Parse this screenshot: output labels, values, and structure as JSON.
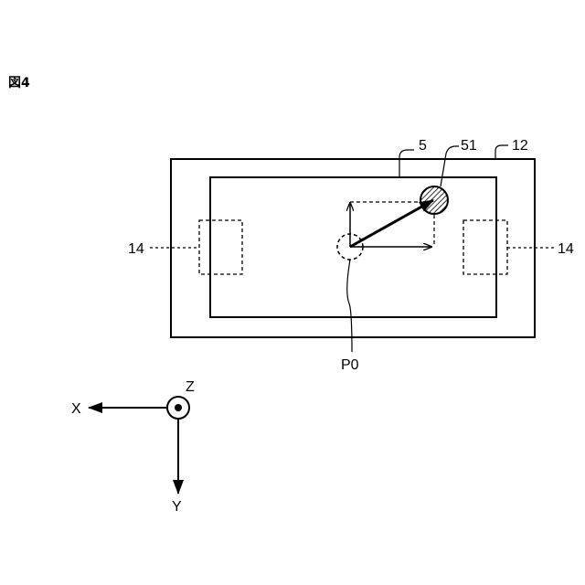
{
  "figure": {
    "label": "図4"
  },
  "labels": {
    "outer_frame": "12",
    "inner_frame": "5",
    "target_circle": "51",
    "pad_left": "14",
    "pad_right": "14",
    "origin_point": "P0"
  },
  "axes": {
    "x": "X",
    "y": "Y",
    "z": "Z"
  }
}
